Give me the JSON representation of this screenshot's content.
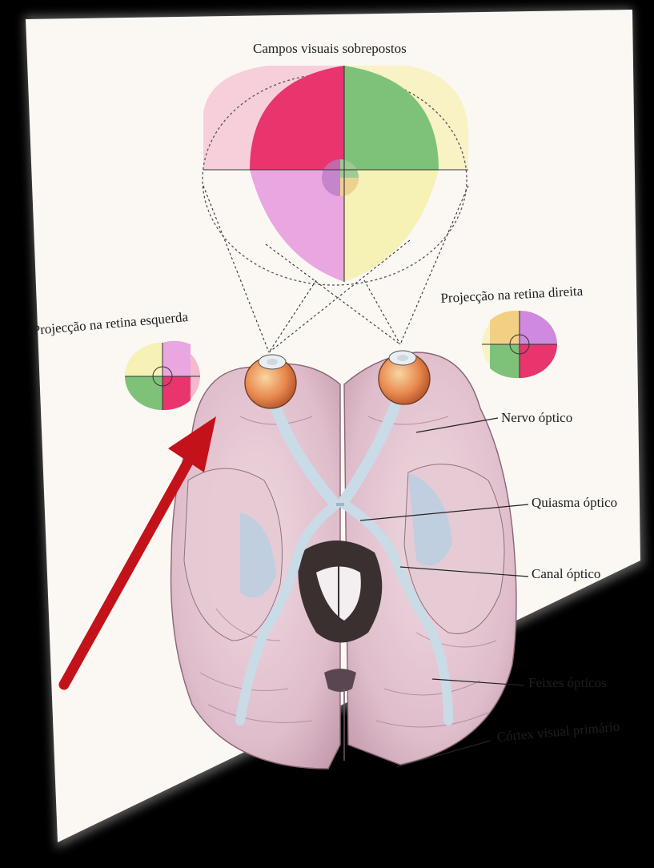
{
  "figure": {
    "title": "Campos visuais sobrepostos",
    "labels": {
      "retina_left": "Projecção na retina esquerda",
      "retina_right": "Projecção na retina direita",
      "optic_nerve": "Nervo óptico",
      "optic_chiasm": "Quiasma óptico",
      "optic_canal": "Canal óptico",
      "optic_tracts": "Feixes ópticos",
      "primary_visual_cortex": "Córtex visual primário"
    }
  },
  "colors": {
    "background": "#000000",
    "paper": "#fbf8f3",
    "brain": "#e3c5cf",
    "brain_shadow": "#b994a6",
    "quadrant_red": "#e8356d",
    "quadrant_green": "#7ec27a",
    "quadrant_yellow": "#f6f1b4",
    "quadrant_pink": "#f4b9cf",
    "quadrant_magenta": "#e9a6e0",
    "eyeball": "#e98a4f",
    "annotation_arrow": "#c3121a"
  }
}
